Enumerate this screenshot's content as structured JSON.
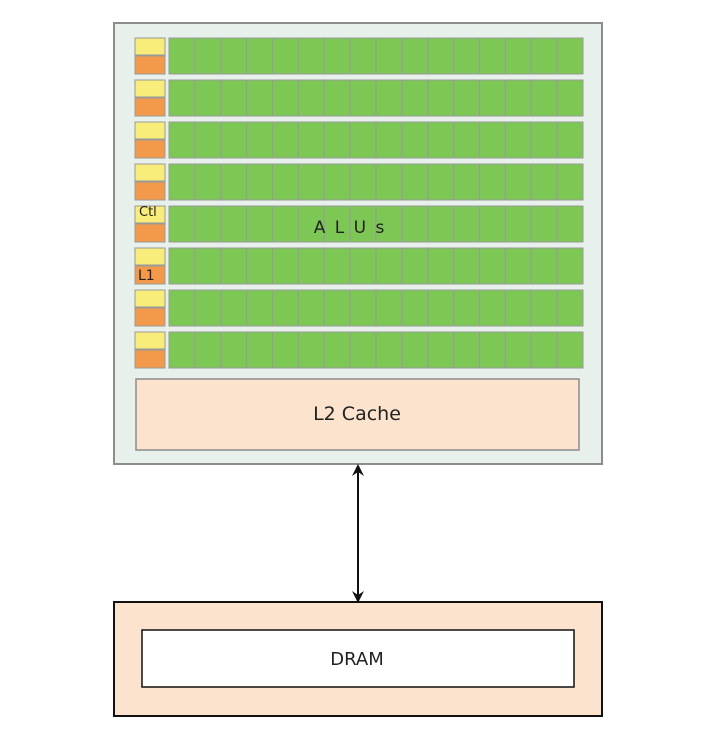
{
  "gpu": {
    "rows": 8,
    "alus_per_row": 16,
    "ctl_label": "Ctl",
    "l1_label": "L1",
    "alus_label": "A L U s",
    "l2_label": "L2 Cache"
  },
  "dram": {
    "label": "DRAM"
  },
  "colors": {
    "chip_bg": "#e7f0ea",
    "chip_border": "#8c8c8c",
    "alu_fill": "#7dc855",
    "alu_stroke": "#9a9a9a",
    "ctl_fill": "#f8ec7a",
    "l1_fill": "#f29a4a",
    "l2_fill": "#fbe3ce",
    "dram_outer": "#fbe3ce",
    "dram_inner": "#ffffff",
    "arrow": "#111111"
  }
}
